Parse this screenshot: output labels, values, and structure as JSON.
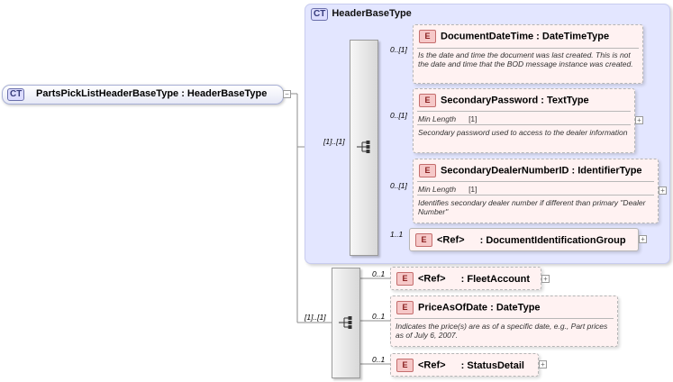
{
  "root": {
    "badge": "CT",
    "label": "PartsPickListHeaderBaseType : HeaderBaseType"
  },
  "group": {
    "badge": "CT",
    "title": "HeaderBaseType",
    "sequence_multiplicity": "[1]..[1]",
    "elements": [
      {
        "badge": "E",
        "name": "DocumentDateTime",
        "type": ": DateTimeType",
        "multiplicity": "0..[1]",
        "description": "Is the date and time the document was last created. This is not the date and time that the BOD message instance was created."
      },
      {
        "badge": "E",
        "name": "SecondaryPassword",
        "type": ": TextType",
        "multiplicity": "0..[1]",
        "facet_label": "Min Length",
        "facet_value": "[1]",
        "description": "Secondary password used to access to the dealer information"
      },
      {
        "badge": "E",
        "name": "SecondaryDealerNumberID",
        "type": ": IdentifierType",
        "multiplicity": "0..[1]",
        "facet_label": "Min Length",
        "facet_value": "[1]",
        "description": "Identifies secondary dealer number if different than primary \"Dealer Number\""
      },
      {
        "badge": "E",
        "name": "<Ref>",
        "type": ": DocumentIdentificationGroup",
        "multiplicity": "1..1"
      }
    ]
  },
  "sequence2": {
    "multiplicity": "[1]..[1]",
    "elements": [
      {
        "badge": "E",
        "name": "<Ref>",
        "type": ": FleetAccount",
        "multiplicity": "0..1"
      },
      {
        "badge": "E",
        "name": "PriceAsOfDate",
        "type": ": DateType",
        "multiplicity": "0..1",
        "description": "Indicates the price(s) are as of a specific date, e.g., Part prices as of July 6, 2007."
      },
      {
        "badge": "E",
        "name": "<Ref>",
        "type": ": StatusDetail",
        "multiplicity": "0..1"
      }
    ]
  },
  "icons": {
    "expand": "+",
    "collapse": "−"
  }
}
